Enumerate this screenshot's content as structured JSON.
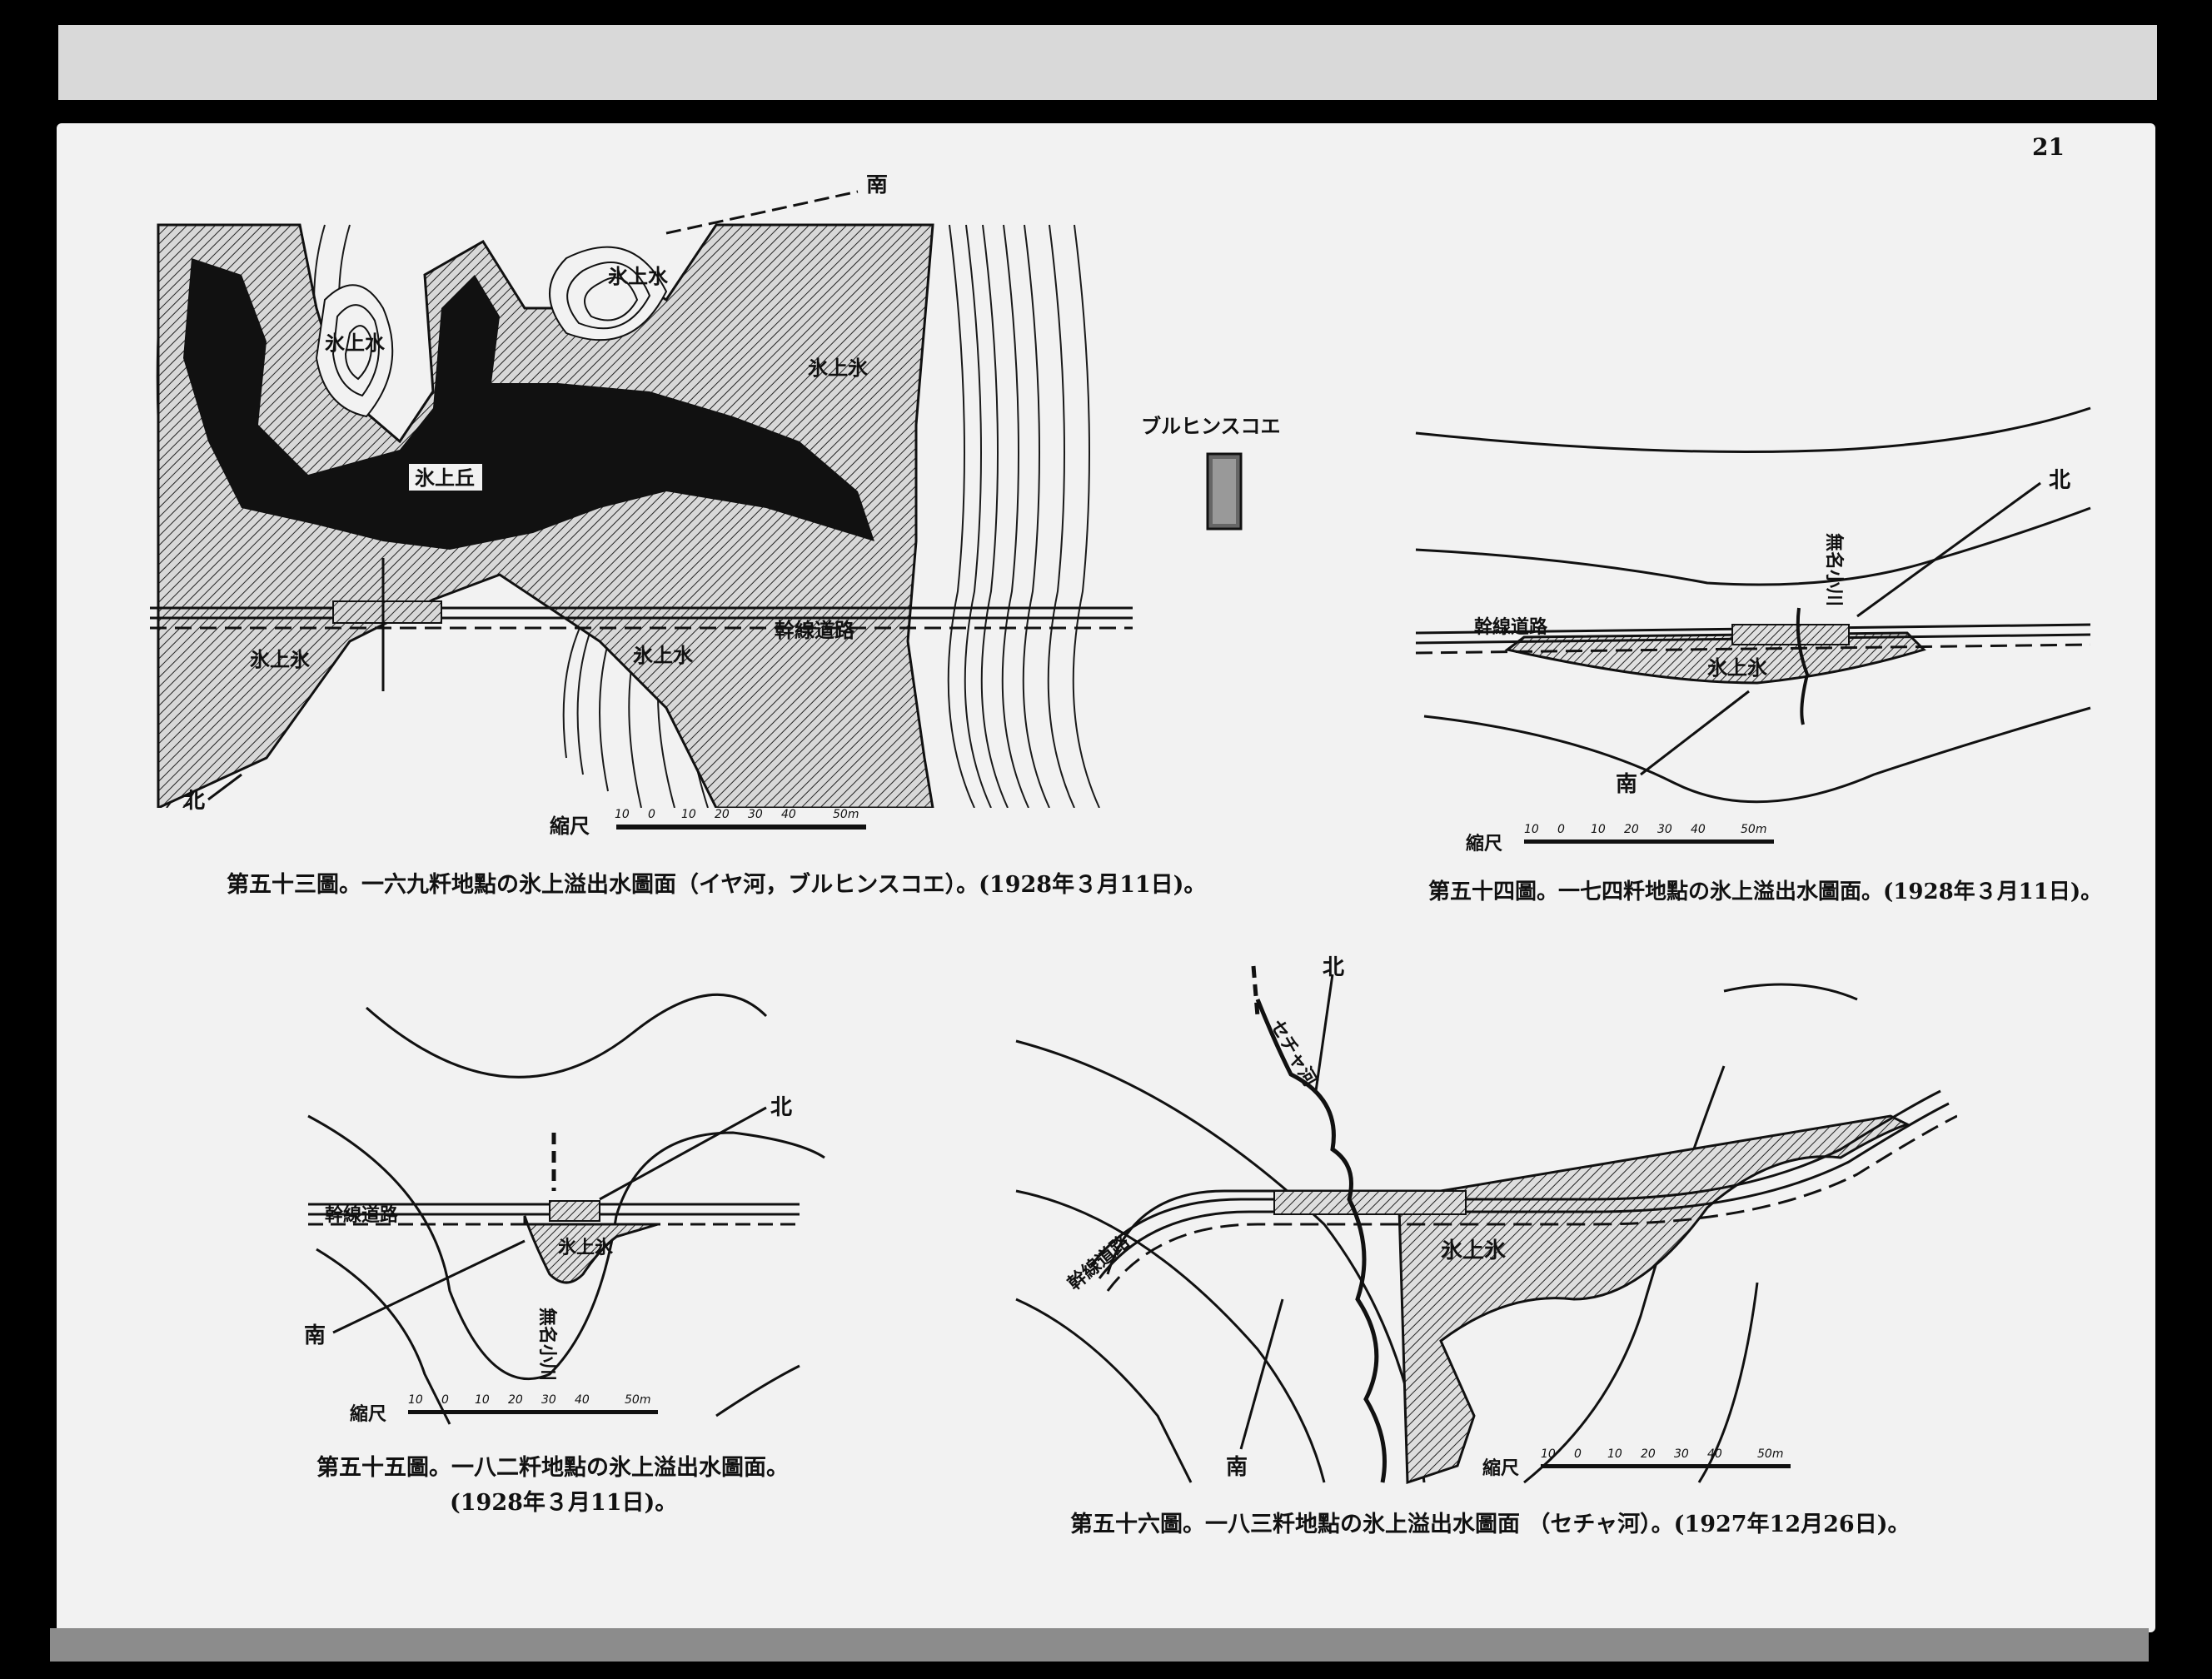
{
  "page_number": "21",
  "legend": {
    "label": "ブルヒンスコエ"
  },
  "scale": {
    "label": "縮尺",
    "ticks": [
      "10",
      "0",
      "10",
      "20",
      "30",
      "40",
      "50m"
    ]
  },
  "fig53": {
    "labels": {
      "hyojosui_a": "氷上水",
      "hyojosui_b": "氷上水",
      "hyojohyo_a": "氷上氷",
      "hyojokyu": "氷上丘",
      "hyojohyo_b": "氷上氷",
      "hyojosui_c": "氷上水",
      "road": "幹線道路",
      "north": "北",
      "south": "南"
    },
    "caption": "第五十三圖。一六九粁地點の氷上溢出水圖面（イヤ河，ブルヒンスコエ）。(1928年３月11日)。"
  },
  "fig54": {
    "labels": {
      "road": "幹線道路",
      "ice": "氷上氷",
      "stream": "無名小川",
      "north": "北",
      "south": "南"
    },
    "caption": "第五十四圖。一七四粁地點の氷上溢出水圖面。(1928年３月11日)。"
  },
  "fig55": {
    "labels": {
      "road": "幹線道路",
      "ice": "氷上氷",
      "stream": "無名小川",
      "north": "北",
      "south": "南"
    },
    "caption_line1": "第五十五圖。一八二粁地點の氷上溢出水圖面。",
    "caption_line2": "(1928年３月11日)。"
  },
  "fig56": {
    "labels": {
      "road": "幹線道路",
      "ice": "氷上氷",
      "river": "セチャ河",
      "north": "北",
      "south": "南"
    },
    "caption": "第五十六圖。一八三粁地點の氷上溢出水圖面 （セチャ河）。(1927年12月26日)。"
  }
}
